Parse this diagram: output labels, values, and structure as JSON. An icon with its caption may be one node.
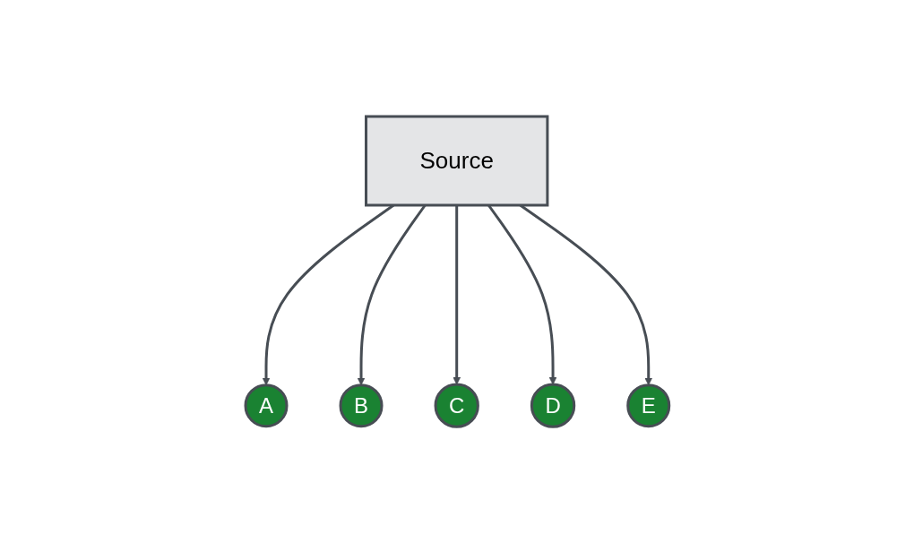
{
  "diagram": {
    "nodes": [
      {
        "text": [
          "Source"
        ]
      },
      {
        "text": [
          "A"
        ]
      },
      {
        "text": [
          "B"
        ]
      },
      {
        "text": [
          "C"
        ]
      },
      {
        "text": [
          "D"
        ]
      },
      {
        "text": [
          "E"
        ]
      }
    ],
    "edges": [
      {
        "from": 0,
        "to": 1,
        "arrow": "to"
      },
      {
        "from": 0,
        "to": 2,
        "arrow": "to"
      },
      {
        "from": 0,
        "to": 3,
        "arrow": "to"
      },
      {
        "from": 0,
        "to": 4,
        "arrow": "to"
      },
      {
        "from": 0,
        "to": 5,
        "arrow": "to"
      }
    ]
  }
}
